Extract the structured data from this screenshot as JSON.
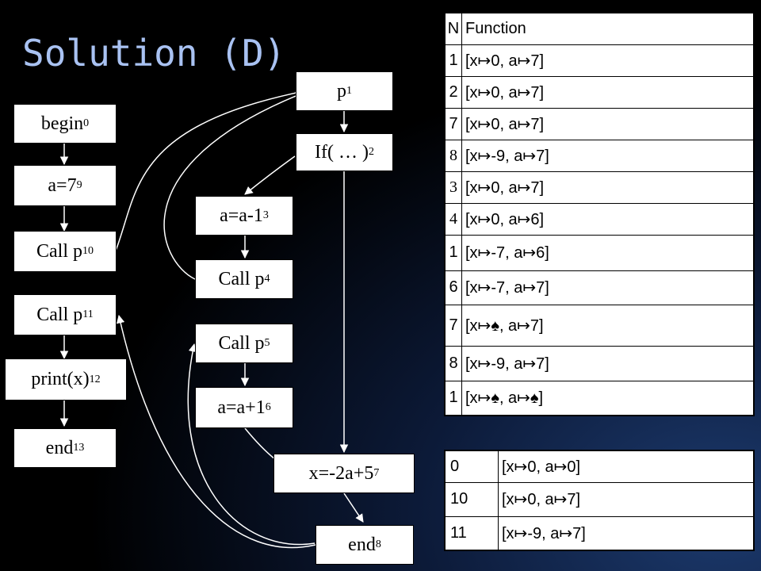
{
  "title": "Solution (D)",
  "nodes": {
    "begin": {
      "label": "begin",
      "num": "0"
    },
    "a7": {
      "label": "a=7",
      "num": "9"
    },
    "call_p10": {
      "label": "Call p",
      "num": "10"
    },
    "call_p11": {
      "label": "Call p",
      "num": "11"
    },
    "print": {
      "label": "print(x)",
      "num": "12"
    },
    "end13": {
      "label": "end",
      "num": "13"
    },
    "p1": {
      "label": "p",
      "num": "1"
    },
    "if2": {
      "label": "If( … )",
      "num": "2"
    },
    "aminus": {
      "label": "a=a-1",
      "num": "3"
    },
    "call_p4": {
      "label": "Call p",
      "num": "4"
    },
    "call_p5": {
      "label": "Call p",
      "num": "5"
    },
    "aplus": {
      "label": "a=a+1",
      "num": "6"
    },
    "x7": {
      "label": "x=-2a+5",
      "num": "7"
    },
    "end8": {
      "label": "end",
      "num": "8"
    }
  },
  "function_table": {
    "headers": [
      "N",
      "Function"
    ],
    "rows": [
      {
        "n": "1",
        "f": "[x↦0, a↦7]"
      },
      {
        "n": "2",
        "f": "[x↦0, a↦7]"
      },
      {
        "n": "7",
        "f": "[x↦0, a↦7]"
      },
      {
        "n": "8",
        "f": "[x↦-9, a↦7]"
      },
      {
        "n": "3",
        "f": "[x↦0, a↦7]"
      },
      {
        "n": "4",
        "f": "[x↦0, a↦6]"
      },
      {
        "n": "1",
        "f": "[x↦-7, a↦6]"
      },
      {
        "n": "6",
        "f": "[x↦-7, a↦7]"
      },
      {
        "n": "7",
        "f": "[x↦♠, a↦7]"
      },
      {
        "n": "8",
        "f": "[x↦-9, a↦7]"
      },
      {
        "n": "1",
        "f": "[x↦♠, a↦♠]"
      }
    ]
  },
  "summary_table": {
    "rows": [
      {
        "n": "0",
        "f": "[x↦0, a↦0]"
      },
      {
        "n": "10",
        "f": "[x↦0, a↦7]"
      },
      {
        "n": "11",
        "f": "[x↦-9, a↦7]"
      }
    ]
  },
  "colors": {
    "background": "#000000",
    "title": "#a9c2f2",
    "edge": "#ffffff",
    "node_fill": "#ffffff"
  }
}
